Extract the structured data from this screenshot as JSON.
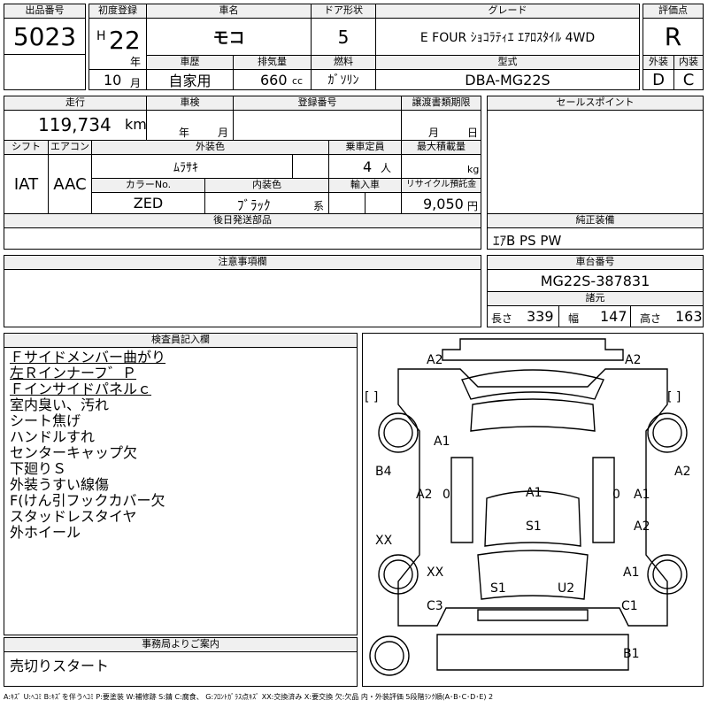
{
  "headers": {
    "lot_no": "出品番号",
    "first_reg": "初度登録",
    "car_name": "車名",
    "door": "ドア形状",
    "grade": "グレード",
    "score": "評価点",
    "history": "車歴",
    "displacement": "排気量",
    "fuel": "燃料",
    "model_code": "型式",
    "exterior": "外装",
    "interior": "内装",
    "mileage": "走行",
    "inspection": "車検",
    "reg_no": "登録番号",
    "transfer_deadline": "譲渡書類期限",
    "sales_point": "セールスポイント",
    "shift": "シフト",
    "aircon": "エアコン",
    "ext_color": "外装色",
    "capacity": "乗車定員",
    "max_load": "最大積載量",
    "color_no": "カラーNo.",
    "int_color": "内装色",
    "import": "輸入車",
    "recycle": "リサイクル預託金",
    "later_parts": "後日発送部品",
    "genuine_equip": "純正装備",
    "caution": "注意事項欄",
    "chassis_no": "車台番号",
    "dimensions": "諸元",
    "inspector_notes": "検査員記入欄",
    "office_notice": "事務局よりご案内"
  },
  "vehicle": {
    "lot_no": "5023",
    "era": "H",
    "year": "22",
    "month": "10",
    "year_unit": "年",
    "month_unit": "月",
    "car_name": "モコ",
    "door": "5",
    "grade": "E FOUR ｼｮｺﾗﾃｨｴ ｴｱﾛｽﾀｲﾙ 4WD",
    "score": "R",
    "history": "自家用",
    "displacement": "660",
    "displacement_unit": "cc",
    "fuel": "ｶﾞｿﾘﾝ",
    "model_code": "DBA-MG22S",
    "exterior_grade": "D",
    "interior_grade": "C",
    "mileage": "119,734",
    "mileage_unit": "km",
    "inspection_year_unit": "年",
    "inspection_month_unit": "月",
    "transfer_month_unit": "月",
    "transfer_day_unit": "日",
    "shift": "IAT",
    "aircon": "AAC",
    "ext_color": "ﾑﾗｻｷ",
    "capacity": "4",
    "capacity_unit": "人",
    "max_load_unit": "kg",
    "color_no": "ZED",
    "int_color": "ﾌﾞﾗｯｸ",
    "int_color_suffix": "系",
    "recycle": "9,050",
    "recycle_unit": "円",
    "genuine_equip": "ｴｱB PS PW",
    "chassis_no": "MG22S-387831",
    "length_label": "長さ",
    "length": "339",
    "width_label": "幅",
    "width": "147",
    "height_label": "高さ",
    "height": "163"
  },
  "inspector_notes": [
    {
      "text": "Ｆサイドメンバー曲がり",
      "underline": true
    },
    {
      "text": "左Ｒインナーフ゛Ｐ",
      "underline": true
    },
    {
      "text": "Ｆインサイドパネルｃ",
      "underline": true
    },
    {
      "text": "室内臭い、汚れ",
      "underline": false
    },
    {
      "text": "シート焦げ",
      "underline": false
    },
    {
      "text": "ハンドルすれ",
      "underline": false
    },
    {
      "text": "センターキャップ欠",
      "underline": false
    },
    {
      "text": "下廻りＳ",
      "underline": false
    },
    {
      "text": "外装うすい線傷",
      "underline": false
    },
    {
      "text": "F(けん引フックカバー欠",
      "underline": false
    },
    {
      "text": "スタッドレスタイヤ",
      "underline": false
    },
    {
      "text": "外ホイール",
      "underline": false
    }
  ],
  "office_notice_text": "売切りスタート",
  "damage_marks": {
    "top_left": "A2",
    "top_right": "A2",
    "left_fender": "A1",
    "left_door_front": "B4",
    "left_mid": "A2",
    "left_rear_panel": "XX",
    "left_rear_door": "XX",
    "left_rear_low": "C3",
    "roof_front": "A1",
    "roof": "S1",
    "seat_left": "S1",
    "seat_right": "U2",
    "right_front": "A2",
    "right_mid": "A1",
    "right_rear": "A2",
    "right_rear_low": "A1",
    "right_bottom": "C1",
    "bottom": "B1",
    "bracket_left": "[  ]",
    "bracket_right": "[  ]",
    "zero": "0"
  },
  "legend": "A:ｷｽﾞ U:ﾍｺﾐ B:ｷｽﾞを伴うﾍｺﾐ P:要塗装 W:補修跡 S:錆 C:腐食、 G:ﾌﾛﾝﾄｶﾞﾗｽ点ｷｽﾞ XX:交換済み X:要交換 欠:欠品 内・外装評価 5段階ﾗﾝｸ順(A･B･C･D･E) 2"
}
